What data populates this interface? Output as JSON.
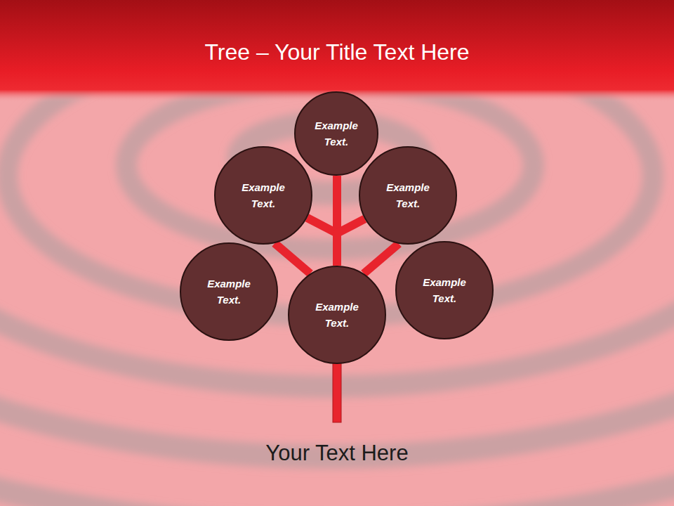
{
  "diagram": {
    "title": "Tree – Your Title Text Here",
    "caption": "Your Text Here",
    "nodes": [
      {
        "text": [
          "Example Text."
        ]
      },
      {
        "text": [
          "Example Text."
        ]
      },
      {
        "text": [
          "Example Text."
        ]
      },
      {
        "text": [
          "Example Text."
        ]
      },
      {
        "text": [
          "Example Text."
        ]
      },
      {
        "text": [
          "Example Text."
        ]
      }
    ],
    "edges": [
      {
        "from": 4,
        "to": 0,
        "arrow": "none"
      },
      {
        "from": 4,
        "to": 1,
        "arrow": "none"
      },
      {
        "from": 4,
        "to": 1,
        "arrow": "none"
      },
      {
        "from": 4,
        "to": 2,
        "arrow": "none"
      },
      {
        "from": 4,
        "to": 2,
        "arrow": "none"
      }
    ]
  }
}
